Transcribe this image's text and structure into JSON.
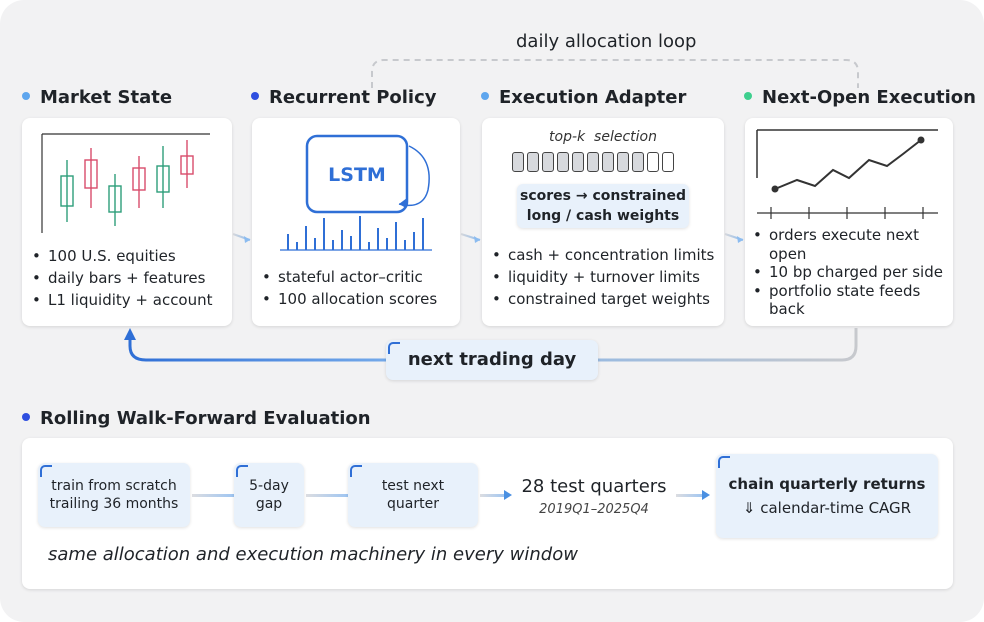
{
  "loop_label": "daily allocation loop",
  "colors": {
    "accent": "#2f6fd6",
    "dot_light_blue": "#5ea6ee",
    "dot_blue": "#2f4fe0",
    "dot_green": "#3ecf8e",
    "candle_green": "#2e9e7a",
    "candle_red": "#d94c6b",
    "lstm": "#2f6fd6"
  },
  "market_state": {
    "title": "Market State",
    "bullets": [
      "100 U.S. equities",
      "daily bars + features",
      "L1 liquidity + account"
    ]
  },
  "recurrent_policy": {
    "title": "Recurrent Policy",
    "lstm_label": "LSTM",
    "bullets": [
      "stateful actor–critic",
      "100 allocation scores"
    ]
  },
  "execution_adapter": {
    "title": "Execution Adapter",
    "topk_word1": "top-",
    "topk_k": "k",
    "topk_word2": "selection",
    "box_line1": "scores → constrained",
    "box_line2": "long / cash weights",
    "bullets": [
      "cash + concentration limits",
      "liquidity + turnover limits",
      "constrained target weights"
    ],
    "slots_filled": 9,
    "slots_total": 11
  },
  "next_open": {
    "title": "Next-Open Execution",
    "bullets": [
      "orders execute next open",
      "10 bp charged per side",
      "portfolio state feeds back"
    ]
  },
  "next_day_label": "next trading day",
  "rolling": {
    "title": "Rolling Walk-Forward Evaluation",
    "train_line1": "train from scratch",
    "train_line2": "trailing 36 months",
    "gap_line1": "5-day",
    "gap_line2": "gap",
    "test_line1": "test next",
    "test_line2": "quarter",
    "quarters_label": "28 test quarters",
    "quarters_range": "2019Q1–2025Q4",
    "chain_line1": "chain quarterly returns",
    "chain_line2": "⇓ calendar-time CAGR",
    "footer": "same allocation and execution machinery in every window"
  }
}
